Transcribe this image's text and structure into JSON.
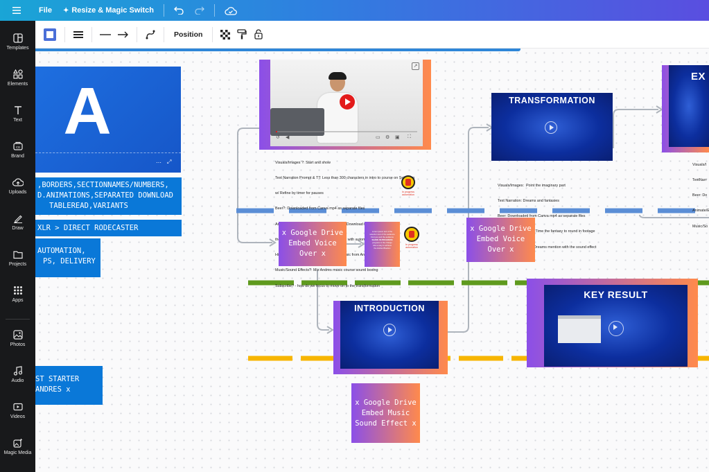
{
  "topbar": {
    "file_label": "File",
    "resize_label": "Resize & Magic Switch"
  },
  "sidebar": {
    "items": [
      {
        "label": "Templates",
        "icon": "templates-icon"
      },
      {
        "label": "Elements",
        "icon": "elements-icon"
      },
      {
        "label": "Text",
        "icon": "text-icon"
      },
      {
        "label": "Brand",
        "icon": "brand-icon"
      },
      {
        "label": "Uploads",
        "icon": "uploads-icon"
      },
      {
        "label": "Draw",
        "icon": "draw-icon"
      },
      {
        "label": "Projects",
        "icon": "projects-icon"
      },
      {
        "label": "Apps",
        "icon": "apps-icon"
      },
      {
        "label": "Photos",
        "icon": "photos-icon"
      },
      {
        "label": "Audio",
        "icon": "audio-icon"
      },
      {
        "label": "Videos",
        "icon": "videos-icon"
      },
      {
        "label": "Magic Media",
        "icon": "magic-media-icon"
      }
    ]
  },
  "toolbar": {
    "position_label": "Position"
  },
  "colors": {
    "accent_blue": "#0a78d8",
    "gradient_start": "#8b4fe8",
    "gradient_end": "#ff8a4c",
    "timeline_blue": "#5b8ed6",
    "timeline_green": "#5f9a1e",
    "timeline_yellow": "#f7b500"
  },
  "canvas": {
    "logo_letter": "A",
    "boxes": {
      "box1_line1": ",BORDERS,SECTIONNAMES/NUMBERS,",
      "box1_line2": "D.ANIMATIONS,SEPARATED DOWNLOAD",
      "box1_line3": "TABLEREAD,VARIANTS",
      "box2": "XLR > DIRECT RODECASTER",
      "box3_line1": "AUTOMATION,",
      "box3_line2": "PS, DELIVERY",
      "box4_line1": "ST STARTER",
      "box4_line2": "ANDRES x"
    },
    "embeds": {
      "voice1": [
        "x Google Drive",
        "Embed Voice",
        "Over x"
      ],
      "voice2": [
        "x Google Drive",
        "Embed Voice",
        "Over x"
      ],
      "music": [
        "x Google Drive",
        "Embed Music",
        "Sound Effect x"
      ]
    },
    "slides": {
      "transformation": "TRANSFORMATION",
      "introduction": "INTRODUCTION",
      "key_result": "KEY RESULT",
      "ex_partial": "EX"
    },
    "notes": {
      "first": [
        "Visuals/Images ?: Start and show",
        "Text Narration Prompt & TT: Less than 300 characters in intro to course on Selenium",
        "w/ Refine by timer for pauses",
        "Beer?: Downloaded from Canva mp4 as separate files",
        "Animate/Breaks/Edits?: Start of that video. Download from where",
        "the animations are converted to animations with automation.",
        "Hidden with the dreams image  Get the music from Andres",
        "Music/Sound Effects?: Mix Andres music course sound boxing",
        "Subscribe? - how do we focus to move on to the transformation"
      ],
      "second": [
        "Visuals/Images:  Point the imaginary part",
        "Text Narration: Dreams and fantasies",
        "Beer: Downloaded from Canva mp4 as separate files",
        "Animate/Breaks/Edits: Time the fantasy to round in footage",
        "Music/Sound Effects: Dreams mention with the sound effect"
      ],
      "third": [
        "Visuals/I",
        "TextNarr",
        "Beer: Do",
        "Animate/E",
        "Music/So"
      ]
    },
    "mini_card_text": [
      "Lorem ipsum text of the",
      "selection text of the audience",
      "Find you and the audience",
      "SHARE IN PROGRESS",
      "progress to the change",
      "Also a way to achieve",
      "the Andres Bluebox"
    ],
    "badge_text": [
      "In progress",
      "automation"
    ]
  }
}
